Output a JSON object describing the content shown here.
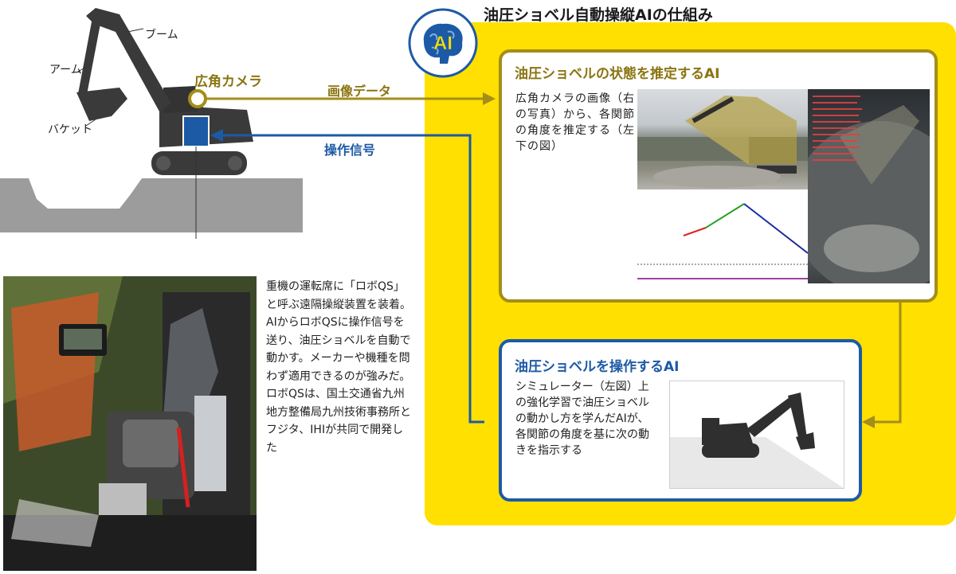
{
  "title": "油圧ショベル自動操縦AIの仕組み",
  "ai_badge": "AI",
  "excavator_labels": {
    "boom": "ブーム",
    "arm": "アーム",
    "bucket": "バケット",
    "camera": "広角カメラ"
  },
  "arrows": {
    "image_data": "画像データ",
    "control_signal": "操作信号"
  },
  "box_estimate": {
    "title": "油圧ショベルの状態を推定するAI",
    "text": "広角カメラの画像（右の写真）から、各関節の角度を推定する（左下の図）"
  },
  "box_operate": {
    "title": "油圧ショベルを操作するAI",
    "text": "シミュレーター（左図）上の強化学習で油圧ショベルの動かし方を学んだAIが、各関節の角度を基に次の動きを指示する"
  },
  "description": "重機の運転席に「ロボQS」と呼ぶ遠隔操縦装置を装着。AIからロボQSに操作信号を送り、油圧ショベルを自動で動かす。メーカーや機種を問わず適用できるのが強みだ。ロボQSは、国土交通省九州地方整備局九州技術事務所とフジタ、IHIが共同で開発した",
  "colors": {
    "yellow": "#ffe000",
    "gold": "#8a7512",
    "gold_border": "#a48e1a",
    "blue": "#1d5aa6",
    "ground": "#9c9c9c",
    "machine": "#3a3a3a"
  }
}
